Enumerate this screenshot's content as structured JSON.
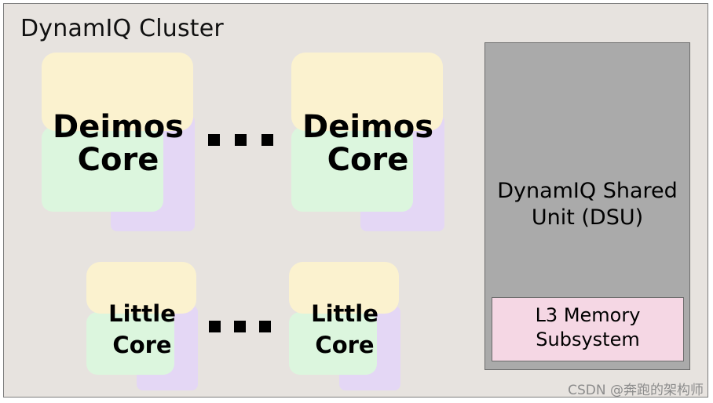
{
  "cluster": {
    "title": "DynamIQ Cluster"
  },
  "big_cores": [
    {
      "line1": "Deimos",
      "line2": "Core"
    },
    {
      "line1": "Deimos",
      "line2": "Core"
    }
  ],
  "little_cores": [
    {
      "line1": "Little",
      "line2": "Core"
    },
    {
      "line1": "Little",
      "line2": "Core"
    }
  ],
  "dsu": {
    "line1": "DynamIQ Shared",
    "line2": "Unit (DSU)",
    "l3": {
      "line1": "L3 Memory",
      "line2": "Subsystem"
    }
  },
  "watermark": "CSDN @奔跑的架构师",
  "colors": {
    "cluster_bg": "#e7e3df",
    "core_yellow": "#fbf2cf",
    "core_green": "#dcf6de",
    "core_purple": "#e4d7f5",
    "dsu_bg": "#aaaaaa",
    "l3_bg": "#f5d7e4"
  }
}
